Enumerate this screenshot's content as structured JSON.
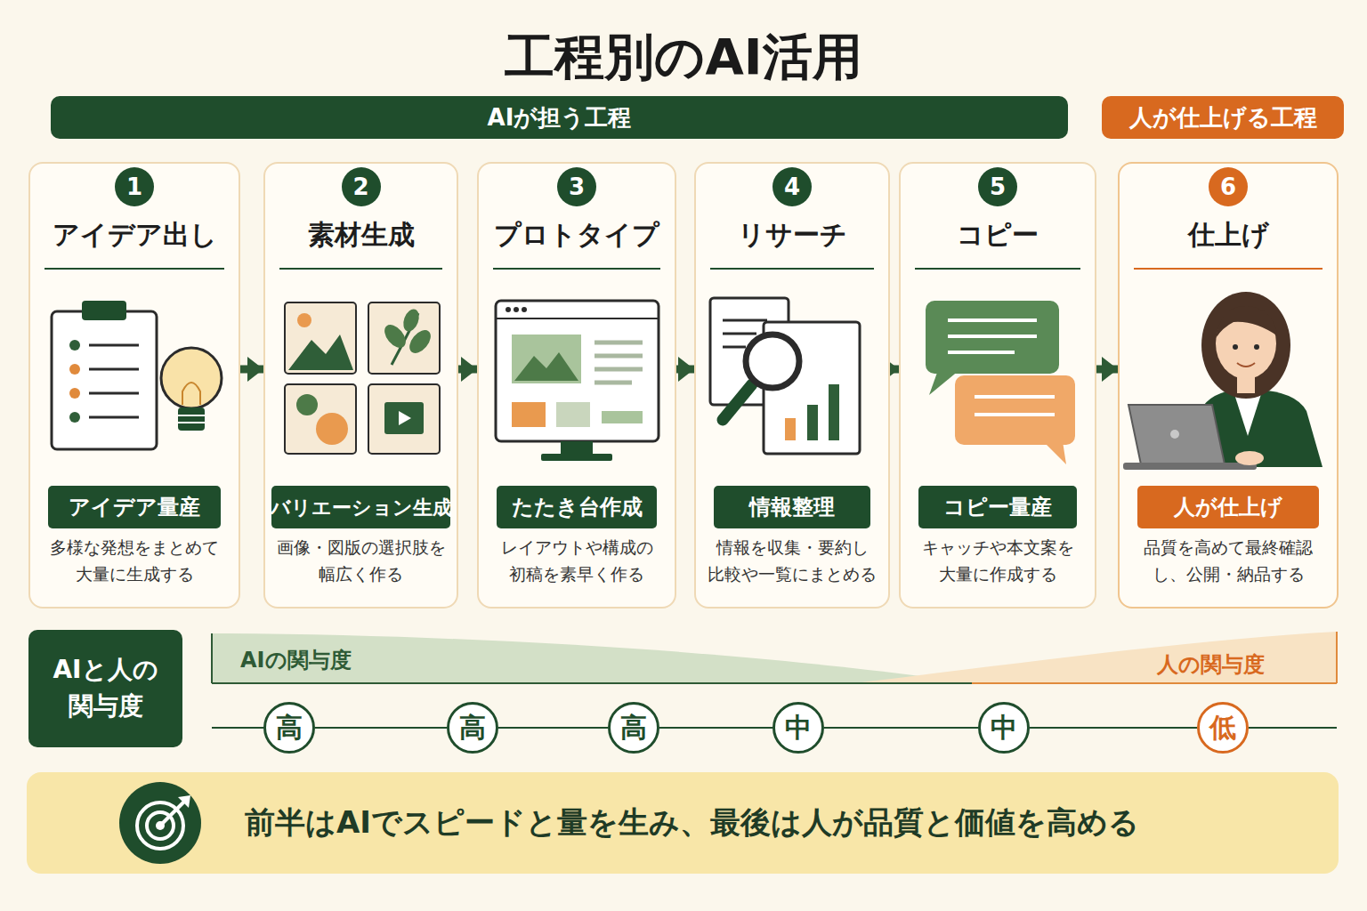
{
  "diagram": {
    "title": "工程別のAI活用",
    "nodes": [
      {
        "text": [
          "AIが担う工程"
        ]
      },
      {
        "text": [
          "人が仕上げる工程"
        ]
      },
      {
        "text": [
          "アイデア出し",
          "多様な発想をまとめて 大量に生成する"
        ]
      },
      {
        "text": [
          "1"
        ],
        "in": 2
      },
      {
        "text": [
          "アイデア量産"
        ],
        "in": 2
      },
      {
        "text": [
          "素材生成",
          "画像・図版の選択肢を 幅広く作る"
        ]
      },
      {
        "text": [
          "2"
        ],
        "in": 5
      },
      {
        "text": [
          "バリエーション生成"
        ],
        "in": 5
      },
      {
        "text": [
          "プロトタイプ",
          "レイアウトや構成の 初稿を素早く作る"
        ]
      },
      {
        "text": [
          "3"
        ],
        "in": 8
      },
      {
        "text": [
          "たたき台作成"
        ],
        "in": 8
      },
      {
        "text": [
          "リサーチ",
          "情報を収集・要約し 比較や一覧にまとめる"
        ]
      },
      {
        "text": [
          "4"
        ],
        "in": 11
      },
      {
        "text": [
          "情報整理"
        ],
        "in": 11
      },
      {
        "text": [
          "コピー",
          "キャッチや本文案を 大量に作成する"
        ]
      },
      {
        "text": [
          "5"
        ],
        "in": 14
      },
      {
        "text": [
          "コピー量産"
        ],
        "in": 14
      },
      {
        "text": [
          "仕上げ",
          "品質を高めて最終確認 し、公開・納品する"
        ]
      },
      {
        "text": [
          "6"
        ],
        "in": 17
      },
      {
        "text": [
          "人が仕上げ"
        ],
        "in": 17
      },
      {
        "text": [
          "AIと人の 関与度"
        ]
      },
      {
        "text": [
          "高"
        ]
      },
      {
        "text": [
          "高"
        ]
      },
      {
        "text": [
          "高"
        ]
      },
      {
        "text": [
          "中"
        ]
      },
      {
        "text": [
          "中"
        ]
      },
      {
        "text": [
          "低"
        ]
      },
      {
        "text": [
          "前半はAIでスピードと量を生み、最後は人が品質と価値を高める"
        ]
      }
    ],
    "edges": [
      {
        "from": 2,
        "to": 5,
        "arrow": "to"
      },
      {
        "from": 5,
        "to": 8,
        "arrow": "to"
      },
      {
        "from": 8,
        "to": 11,
        "arrow": "to"
      },
      {
        "from": 11,
        "to": 14,
        "arrow": "to"
      },
      {
        "from": 14,
        "to": 17,
        "arrow": "to"
      },
      {
        "from": 21,
        "to": 22,
        "arrow": "none"
      },
      {
        "from": 22,
        "to": 23,
        "arrow": "none"
      },
      {
        "from": 23,
        "to": 24,
        "arrow": "none"
      },
      {
        "from": 24,
        "to": 25,
        "arrow": "none"
      },
      {
        "from": 25,
        "to": 26,
        "arrow": "none"
      }
    ],
    "labels": [
      "AIの関与度",
      "人の関与度"
    ]
  }
}
